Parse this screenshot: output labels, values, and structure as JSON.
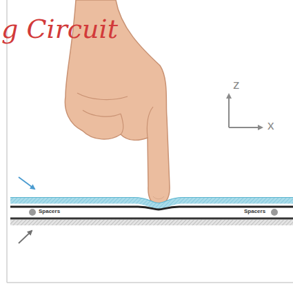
{
  "diagram": {
    "labels": [
      "g Circuit",
      "z",
      "x",
      "Spacers",
      "Spacers"
    ]
  }
}
